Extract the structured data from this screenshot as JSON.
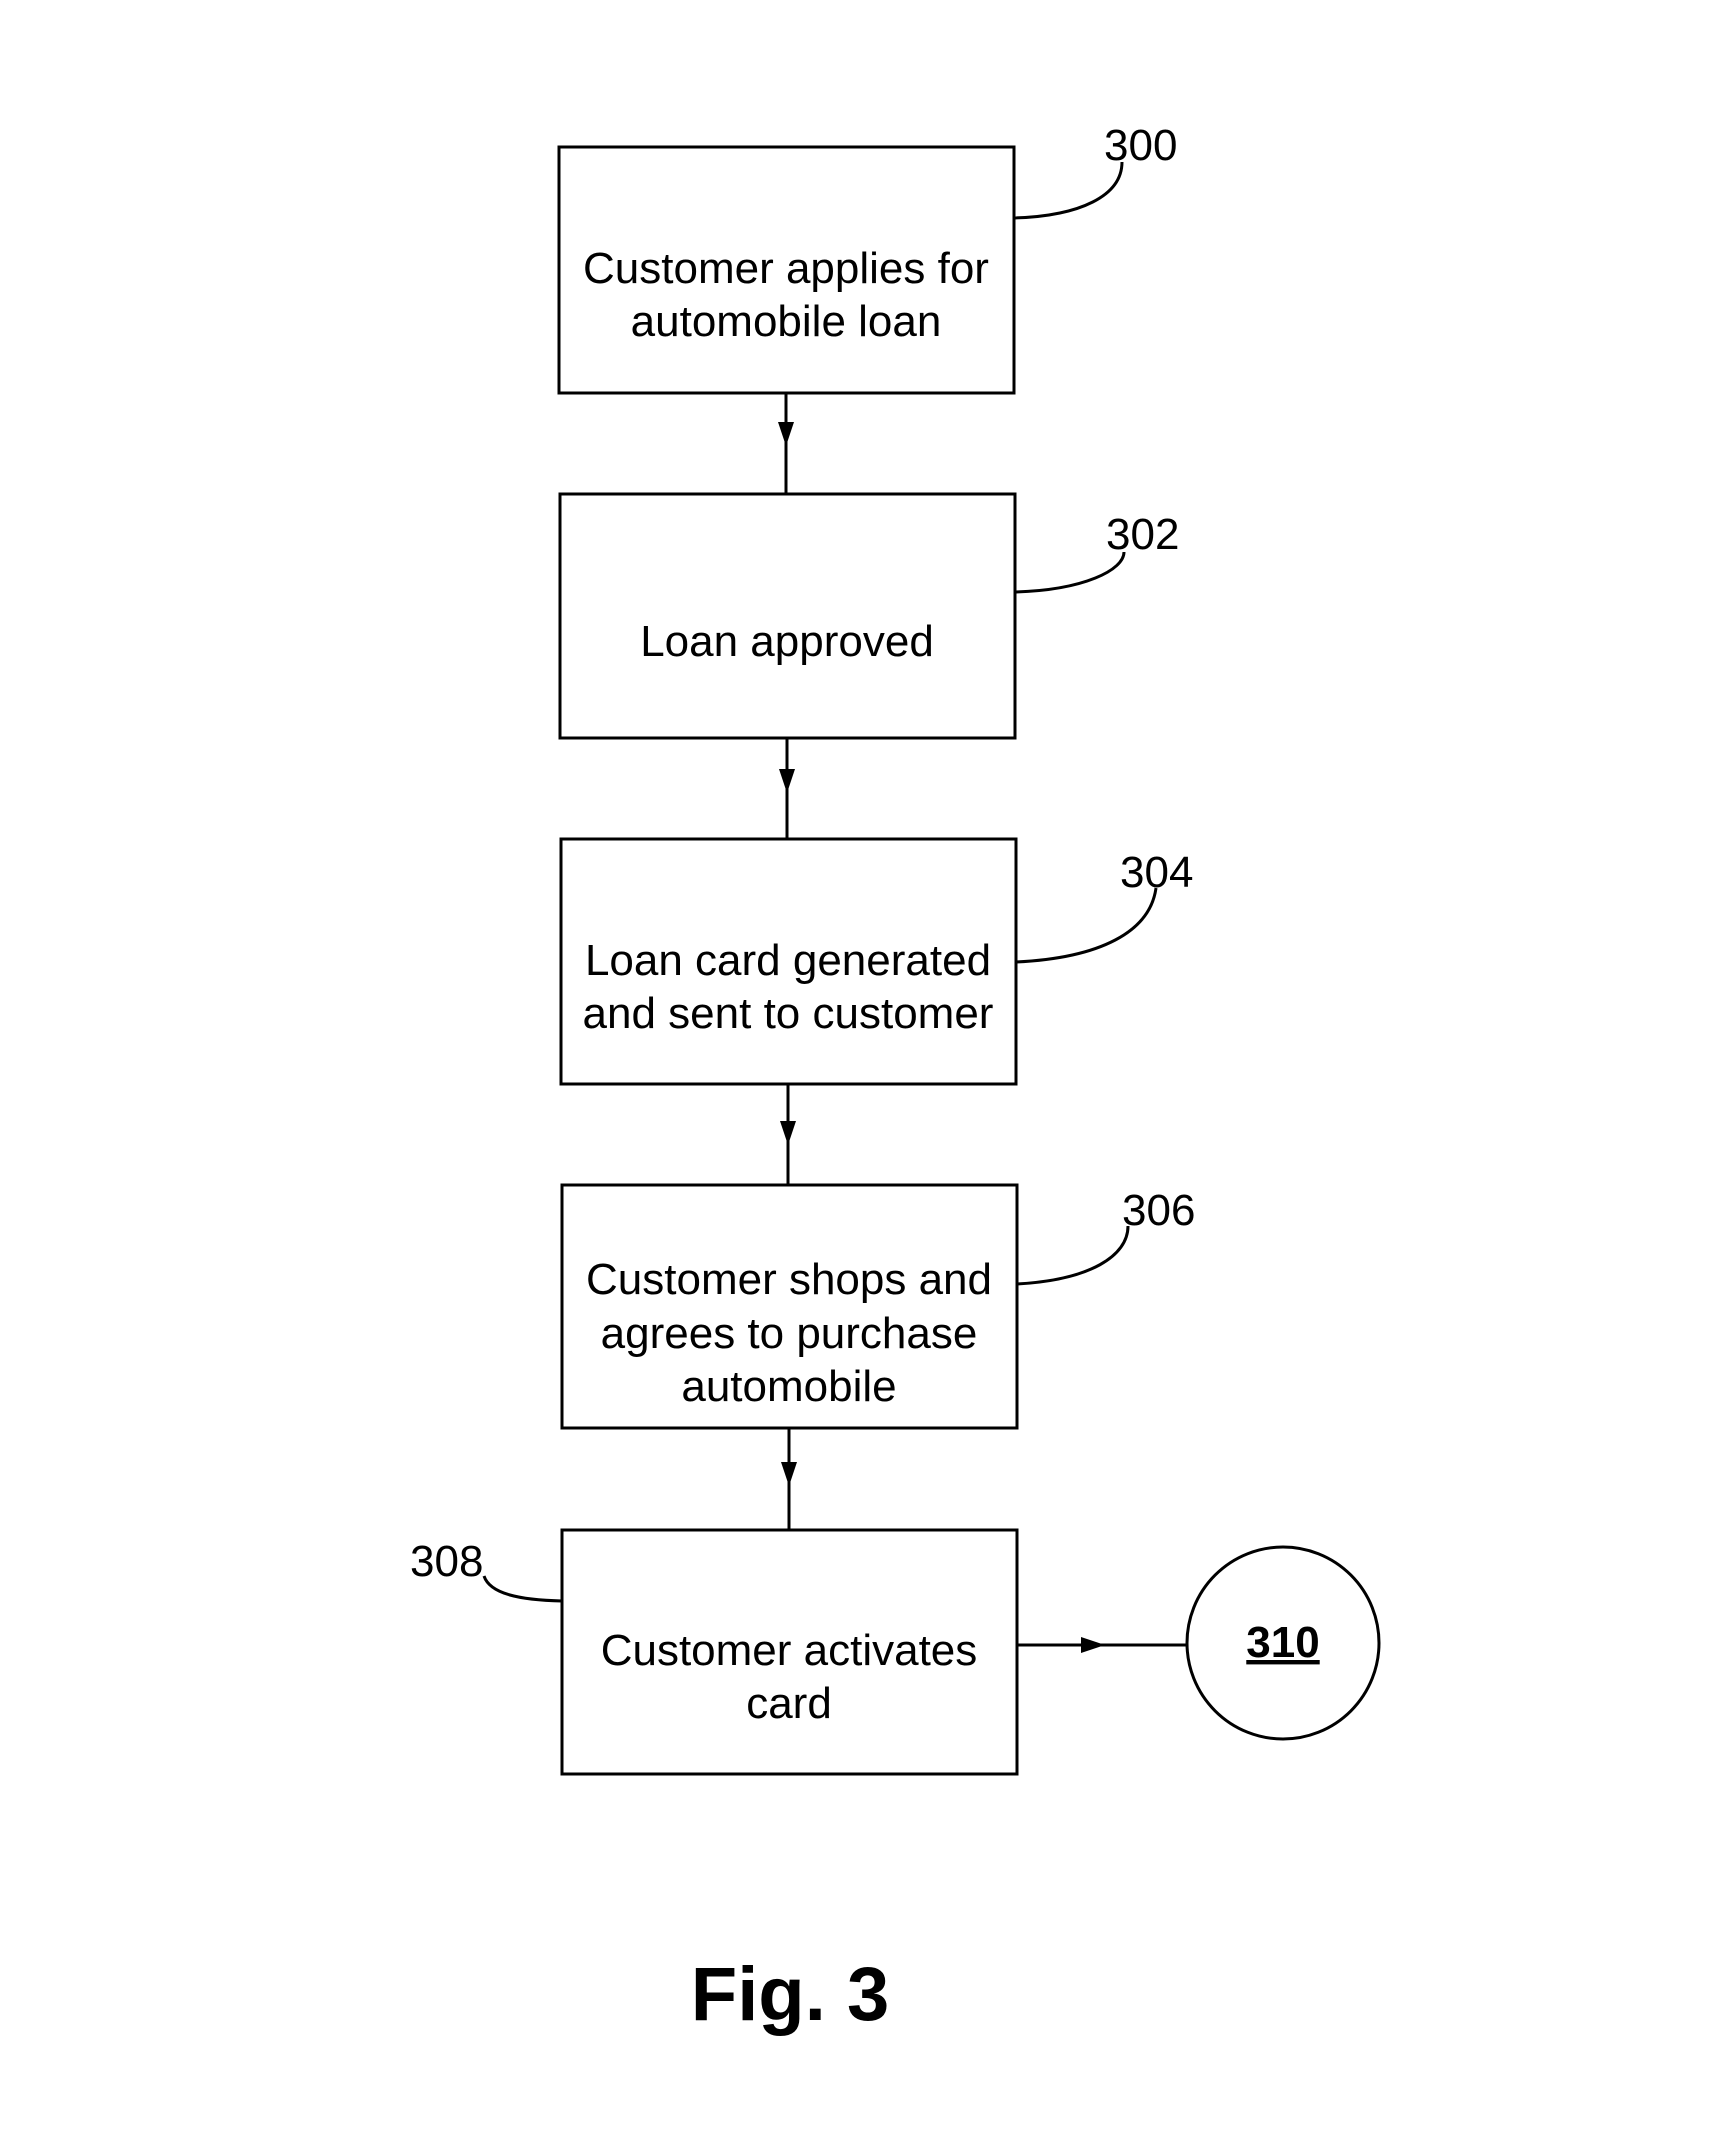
{
  "figure": {
    "caption": "Fig. 3"
  },
  "steps": [
    {
      "ref": "300",
      "lines": [
        "Customer applies for",
        "automobile loan"
      ]
    },
    {
      "ref": "302",
      "lines": [
        "Loan approved"
      ]
    },
    {
      "ref": "304",
      "lines": [
        "Loan card generated",
        "and sent to customer"
      ]
    },
    {
      "ref": "306",
      "lines": [
        "Customer shops and",
        "agrees to purchase",
        "automobile"
      ]
    },
    {
      "ref": "308",
      "lines": [
        "Customer activates",
        "card"
      ]
    }
  ],
  "connector_node": {
    "label": "310"
  }
}
